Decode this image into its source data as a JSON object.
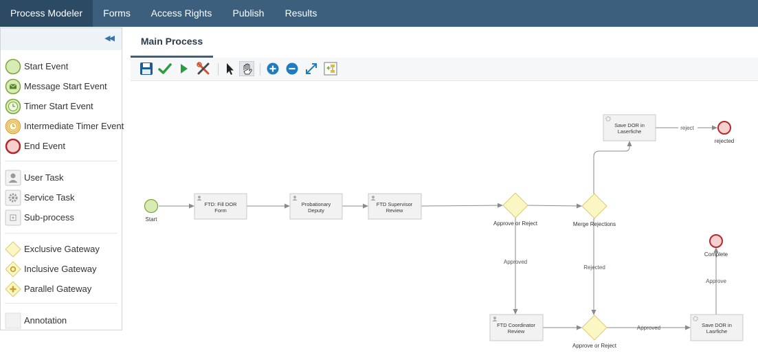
{
  "nav": {
    "items": [
      "Process Modeler",
      "Forms",
      "Access Rights",
      "Publish",
      "Results"
    ]
  },
  "palette": {
    "collapse_glyph": "◀◀",
    "items": [
      {
        "label": "Start Event",
        "icon": "start-event-icon"
      },
      {
        "label": "Message Start Event",
        "icon": "message-start-event-icon"
      },
      {
        "label": "Timer Start Event",
        "icon": "timer-start-event-icon"
      },
      {
        "label": "Intermediate Timer Event",
        "icon": "intermediate-timer-event-icon"
      },
      {
        "label": "End Event",
        "icon": "end-event-icon"
      },
      {
        "label": "User Task",
        "icon": "user-task-icon"
      },
      {
        "label": "Service Task",
        "icon": "service-task-icon"
      },
      {
        "label": "Sub-process",
        "icon": "sub-process-icon"
      },
      {
        "label": "Exclusive Gateway",
        "icon": "exclusive-gateway-icon"
      },
      {
        "label": "Inclusive Gateway",
        "icon": "inclusive-gateway-icon"
      },
      {
        "label": "Parallel Gateway",
        "icon": "parallel-gateway-icon"
      },
      {
        "label": "Annotation",
        "icon": "annotation-icon"
      }
    ]
  },
  "tabs": {
    "main": "Main Process"
  },
  "colors": {
    "nav_bg": "#3b5f7c",
    "nav_active": "#2c4a63",
    "start_fill": "#d6ecb4",
    "start_stroke": "#7aa33a",
    "end_fill": "#f6cfcf",
    "end_stroke": "#b3282d",
    "gateway_fill": "#fcf6c5",
    "gateway_stroke": "#d8cc71",
    "task_fill": "#f2f2f2",
    "task_stroke": "#c8c8c8",
    "flow": "#8a8a8a"
  },
  "diagram": {
    "start_label": "Start",
    "tasks": {
      "fill_form": [
        "FTD: Fill DOR",
        "Form"
      ],
      "probationary": [
        "Probationary",
        "Deputy"
      ],
      "supervisor": [
        "FTD Supervisor",
        "Review"
      ],
      "save_laserfiche_reject": [
        "Save DOR in",
        "Laserfiche"
      ],
      "coordinator": [
        "FTD Coordinator",
        "Review"
      ],
      "save_laserfiche_complete": [
        "Save DOR in",
        "Lasrfiche"
      ]
    },
    "gateways": {
      "approve_reject_1": "Approve or Reject",
      "merge": "Merge Rejections",
      "approve_reject_2": "Approve or Reject"
    },
    "ends": {
      "rejected": "rejected",
      "complete": "Complete"
    },
    "flow_labels": {
      "reject": "reject",
      "approved_1": "Approved",
      "rejected": "Rejected",
      "approved_2": "Approved",
      "approve": "Approve"
    }
  }
}
